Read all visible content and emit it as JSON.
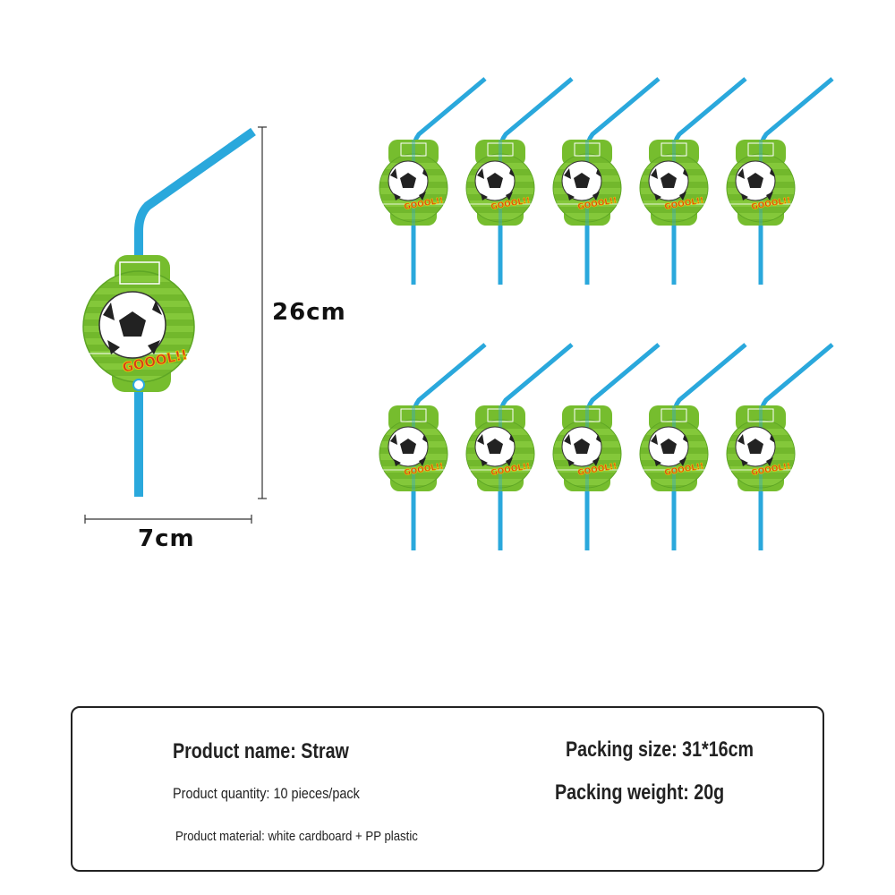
{
  "dimensions": {
    "height_label": "26cm",
    "width_label": "7cm"
  },
  "straw_badge_text": "GOOOL!!",
  "product_info": {
    "name": "Product name: Straw",
    "quantity": "Product quantity: 10 pieces/pack",
    "material": "Product material: white cardboard + PP plastic",
    "packing_size": "Packing size: 31*16cm",
    "packing_weight": "Packing weight: 20g"
  },
  "colors": {
    "straw": "#2aa8dc",
    "badge_green": "#7ec232",
    "badge_dark_green": "#4f9a1e",
    "text_red": "#d23a1e",
    "text_yellow": "#f5c400"
  }
}
